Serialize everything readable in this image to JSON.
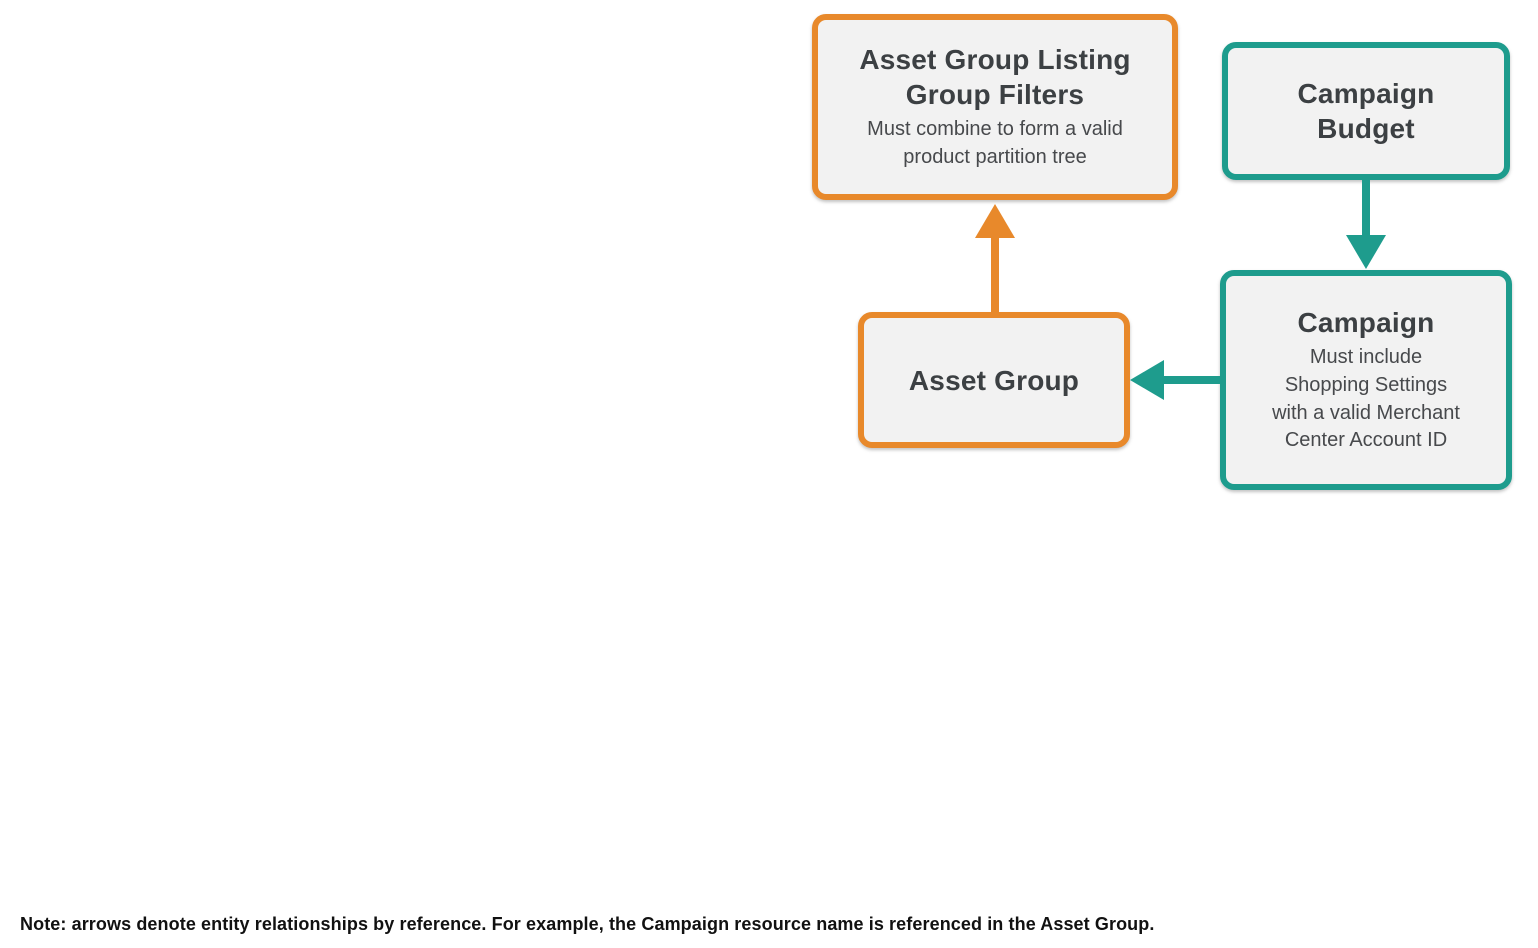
{
  "diagram": {
    "nodes": {
      "listing_filters": {
        "title": "Asset Group Listing\nGroup Filters",
        "subtitle": "Must combine to form a valid\nproduct partition tree",
        "accent": "orange"
      },
      "campaign_budget": {
        "title": "Campaign\nBudget",
        "accent": "teal"
      },
      "campaign": {
        "title": "Campaign",
        "subtitle": "Must include\nShopping Settings\nwith a valid Merchant\nCenter Account ID",
        "accent": "teal"
      },
      "asset_group": {
        "title": "Asset Group",
        "accent": "orange"
      }
    },
    "edges": [
      {
        "from": "Asset Group",
        "to": "Asset Group Listing Group Filters",
        "accent": "orange",
        "direction": "up"
      },
      {
        "from": "Campaign Budget",
        "to": "Campaign",
        "accent": "teal",
        "direction": "down"
      },
      {
        "from": "Campaign",
        "to": "Asset Group",
        "accent": "teal",
        "direction": "left"
      }
    ],
    "note": "Note: arrows denote entity relationships by reference. For example, the Campaign resource name is referenced in the Asset Group."
  },
  "colors": {
    "orange": "#E8892B",
    "teal": "#1E9C8D",
    "box_fill": "#F2F2F2",
    "title_text": "#3C4043",
    "subtitle_text": "#47494C",
    "note_text": "#111111",
    "background": "#FFFFFF"
  }
}
